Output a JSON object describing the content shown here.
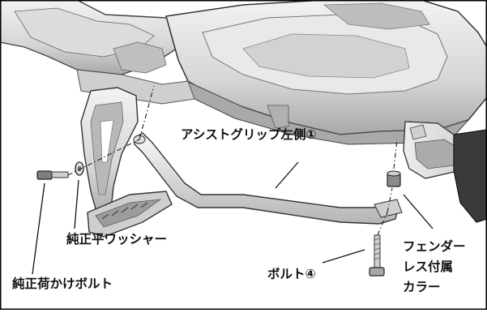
{
  "labels": {
    "assist_grip_left": "アシストグリップ左側①",
    "genuine_flat_washer": "純正平ワッシャー",
    "genuine_luggage_hook_bolt": "純正荷かけボルト",
    "bolt_4": "ボルト④",
    "fender_collar_line1": "フェンダー",
    "fender_collar_line2": "レス付属",
    "fender_collar_line3": "カラー"
  },
  "colors": {
    "background": "#ffffff",
    "frame_light": "#e6e6e6",
    "frame_mid": "#c9c9c9",
    "frame_dark": "#8e8e8e",
    "outline": "#3a3a3a",
    "text": "#111111"
  }
}
